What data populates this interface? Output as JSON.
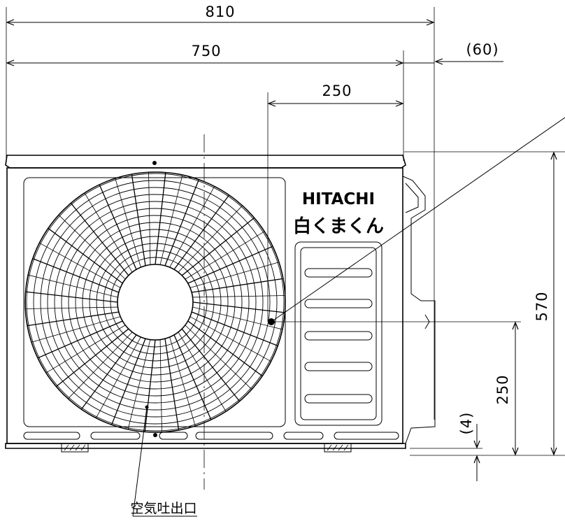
{
  "dimensions": {
    "overall_width": "810",
    "body_width": "750",
    "outlet_offset": "250",
    "side_protrusion": "(60)",
    "height": "570",
    "outlet_height": "250",
    "foot_clearance": "(4)"
  },
  "branding": {
    "maker": "HITACHI",
    "series": "白くまくん"
  },
  "callout": {
    "air_outlet": "空気吐出口"
  }
}
